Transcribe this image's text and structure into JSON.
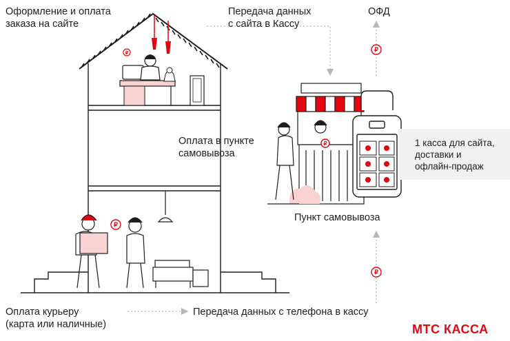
{
  "labels": {
    "order_online": "Оформление и оплата\nзаказа на сайте",
    "data_site_to_kassa": "Передача данных\nс сайта в Кассу",
    "ofd": "ОФД",
    "pickup_payment": "Оплата в пункте\nсамовывоза",
    "pickup_point": "Пункт самовывоза",
    "courier_payment": "Оплата курьеру\n(карта или наличные)",
    "data_phone_to_kassa": "Передача данных с телефона в кассу",
    "one_kassa": "1 касса для сайта,\nдоставки и\nофлайн-продаж"
  },
  "brand": "МТС КАССА",
  "colors": {
    "accent": "#e30611",
    "line": "#1d1d1b",
    "soft": "#f7d4d2",
    "box": "#f1f1f1"
  },
  "icons": [
    "ruble-coin-icon",
    "arrow-up-icon",
    "arrow-right-icon",
    "arrow-down-icon"
  ]
}
